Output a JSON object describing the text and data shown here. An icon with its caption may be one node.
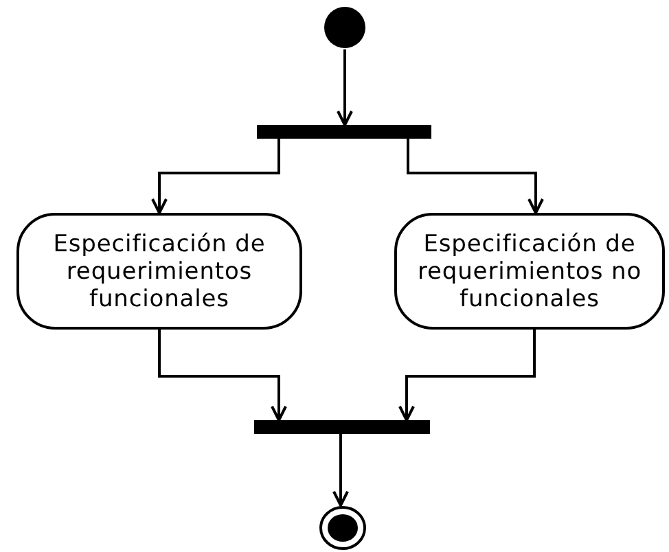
{
  "diagram": {
    "nodes": [
      {
        "text": [],
        "shape": "circle"
      },
      {
        "text": [],
        "shape": "bar"
      },
      {
        "text": [
          "Especificación de requerimientos funcionales"
        ]
      },
      {
        "text": [
          "Especificación de requerimientos no funcionales"
        ]
      },
      {
        "text": [],
        "shape": "bar"
      },
      {
        "text": [],
        "shape": "bullseye"
      }
    ],
    "edges": [
      {
        "from": 0,
        "to": 1,
        "arrow": "to"
      },
      {
        "from": 1,
        "to": 2,
        "arrow": "to"
      },
      {
        "from": 1,
        "to": 3,
        "arrow": "to"
      },
      {
        "from": 2,
        "to": 4,
        "arrow": "to"
      },
      {
        "from": 3,
        "to": 4,
        "arrow": "to"
      },
      {
        "from": 4,
        "to": 5,
        "arrow": "to"
      }
    ]
  }
}
